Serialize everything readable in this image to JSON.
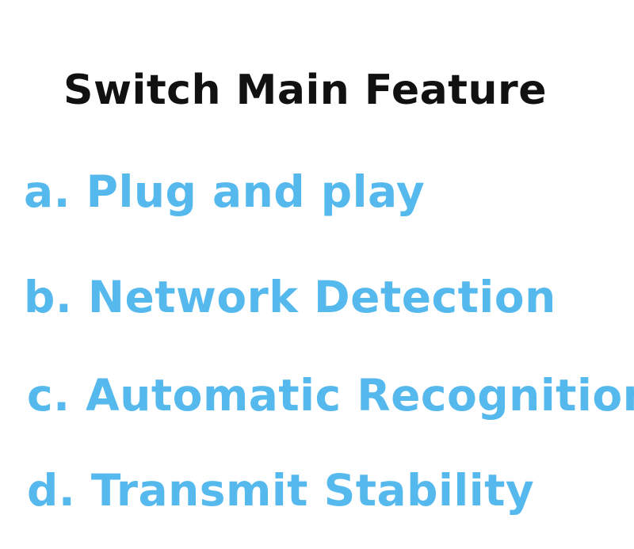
{
  "title": "Switch Main Feature",
  "features": [
    {
      "label": "a. Plug and play"
    },
    {
      "label": "b. Network Detection"
    },
    {
      "label": "c. Automatic Recognition"
    },
    {
      "label": "d. Transmit Stability"
    }
  ],
  "colors": {
    "title": "#111111",
    "feature_text": "#55b9ee",
    "background": "#ffffff"
  }
}
